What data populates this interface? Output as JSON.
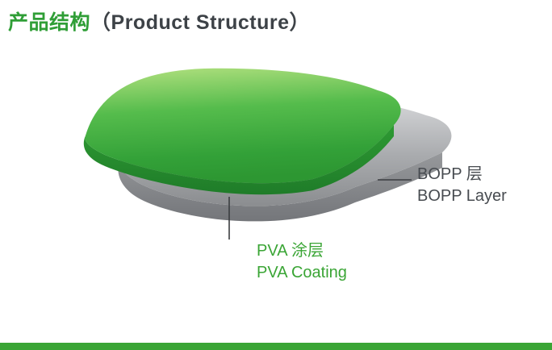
{
  "slide": {
    "title": {
      "cn": "产品结构",
      "en": "（Product Structure）"
    },
    "callouts": {
      "bopp": {
        "cn": "BOPP 层",
        "en": "BOPP Layer"
      },
      "pva": {
        "cn": "PVA 涂层",
        "en": "PVA Coating"
      }
    },
    "colors": {
      "accent_green": "#3aa535",
      "title_green": "#2f9e36",
      "dark_text": "#45484d",
      "green_layer_light": "#b2e07d",
      "green_layer_dark": "#2f9b34",
      "gray_layer_light": "#d9dadb",
      "gray_layer_dark": "#8b8d90",
      "callout_line": "#3a3d40",
      "footer_bar": "#3aa535"
    }
  }
}
